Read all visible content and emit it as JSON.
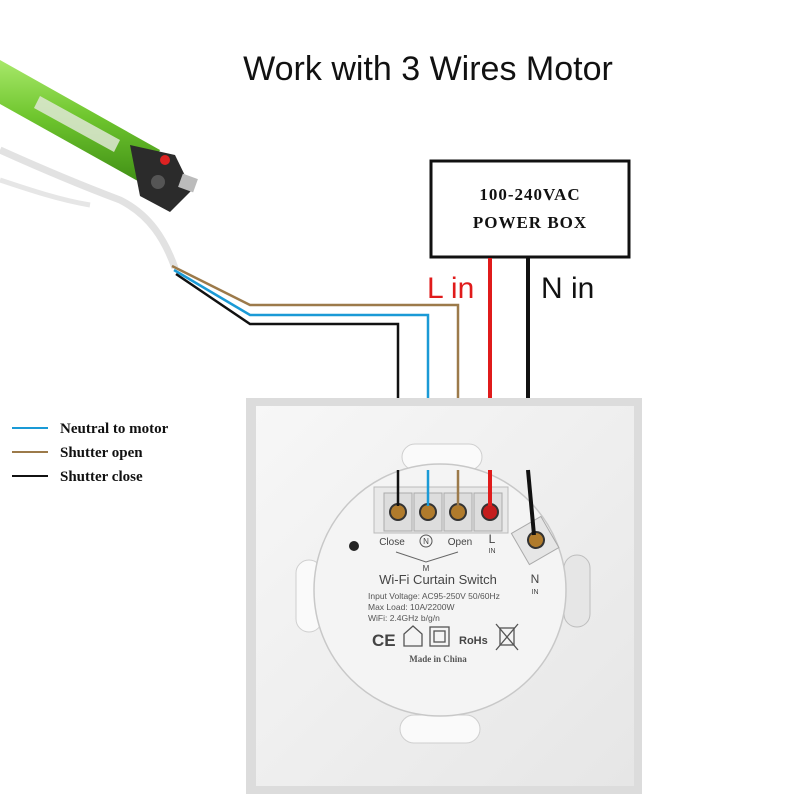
{
  "title": "Work with 3 Wires Motor",
  "power_box": {
    "line1": "100-240VAC",
    "line2": "POWER BOX"
  },
  "supply_labels": {
    "l_in": "L in",
    "n_in": "N in"
  },
  "legend": [
    {
      "label": "Neutral to motor",
      "color": "#1a9ad6"
    },
    {
      "label": "Shutter open",
      "color": "#9c7a4a"
    },
    {
      "label": "Shutter close",
      "color": "#111111"
    }
  ],
  "switch": {
    "terminals": {
      "close": "Close",
      "neutral": "N",
      "open": "Open",
      "line": "L",
      "line_sub": "IN",
      "neutral_in": "N",
      "neutral_in_sub": "IN",
      "motor_mark": "M"
    },
    "product_name": "Wi-Fi Curtain Switch",
    "specs": [
      "Input Voltage: AC95-250V 50/60Hz",
      "Max Load: 10A/2200W",
      "WiFi: 2.4GHz b/g/n"
    ],
    "marks": {
      "ce": "CE",
      "rohs": "RoHs"
    },
    "made_in": "Made in China"
  },
  "colors": {
    "neutral_wire": "#1a9ad6",
    "open_wire": "#9c7a4a",
    "close_wire": "#111111",
    "line_wire": "#e01b1b",
    "motor_tube": "#7fd13b",
    "panel": "#f1f1f1"
  }
}
